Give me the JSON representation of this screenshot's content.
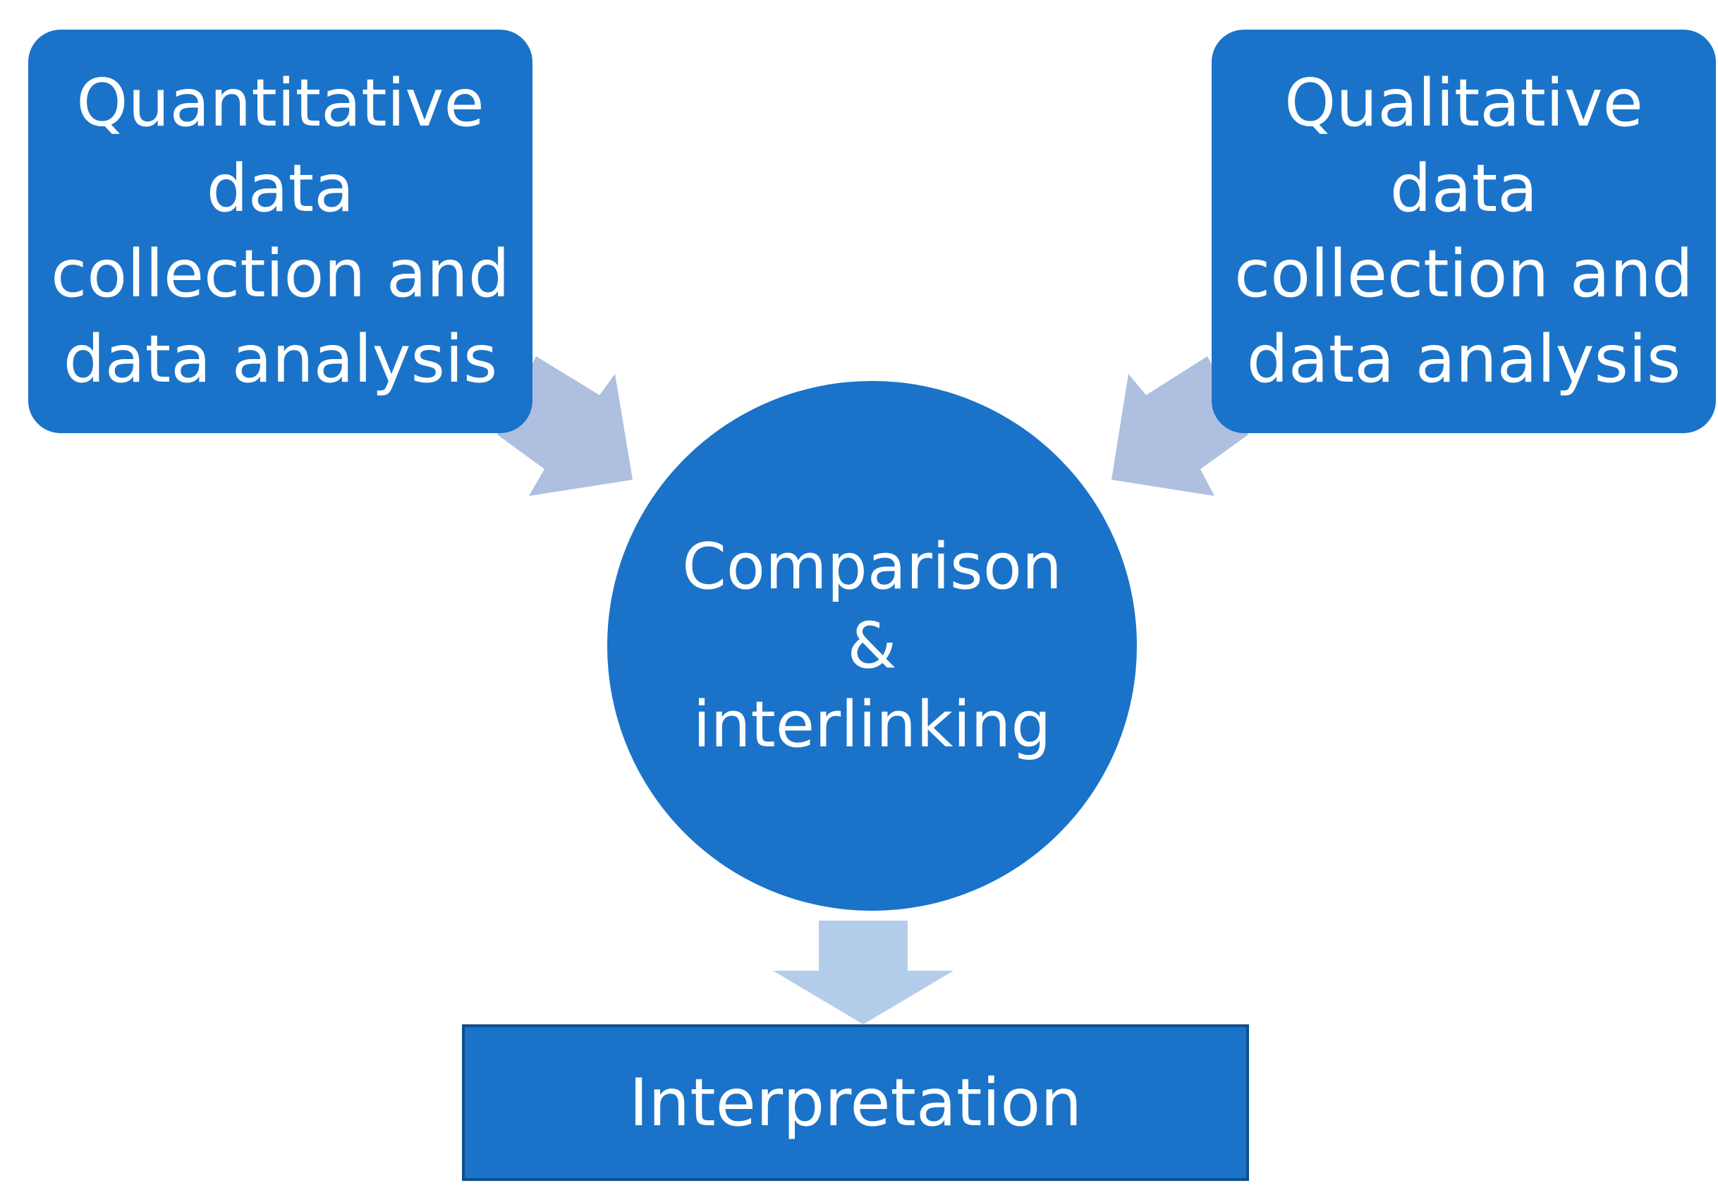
{
  "colors": {
    "node_fill": "#1a73c8",
    "node_text": "#ffffff",
    "arrow_fill": "#aebfe0",
    "arrow_fill_light": "#b3ccea",
    "bottom_border": "#0f4f8e"
  },
  "nodes": {
    "quantitative": {
      "lines": [
        "Quantitative",
        "data",
        "collection and",
        "data analysis"
      ]
    },
    "qualitative": {
      "lines": [
        "Qualitative",
        "data",
        "collection and",
        "data analysis"
      ]
    },
    "comparison": {
      "lines": [
        "Comparison",
        "&",
        "interlinking"
      ]
    },
    "interpretation": {
      "label": "Interpretation"
    }
  }
}
